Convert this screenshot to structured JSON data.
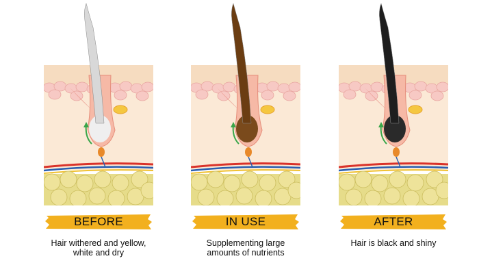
{
  "stages": [
    {
      "label": "BEFORE",
      "caption": "Hair withered and yellow,\nwhite and dry",
      "hair_color": "#d8d8d8",
      "bulb_color": "#efefef"
    },
    {
      "label": "IN USE",
      "caption": "Supplementing large\namounts of nutrients",
      "hair_color": "#6b3d12",
      "bulb_color": "#7a4a1c"
    },
    {
      "label": "AFTER",
      "caption": "Hair is black and shiny",
      "hair_color": "#1e1e1e",
      "bulb_color": "#2a2a2a"
    }
  ],
  "colors": {
    "banner": "#f2b01e",
    "skin_top": "#f6dcc0",
    "dermis": "#fbe9d6",
    "epidermis_cells": "#f7c9c4",
    "fat": "#e6dc8a",
    "muscle": "#e9958a",
    "growth_arrow": "#3aa64a"
  }
}
